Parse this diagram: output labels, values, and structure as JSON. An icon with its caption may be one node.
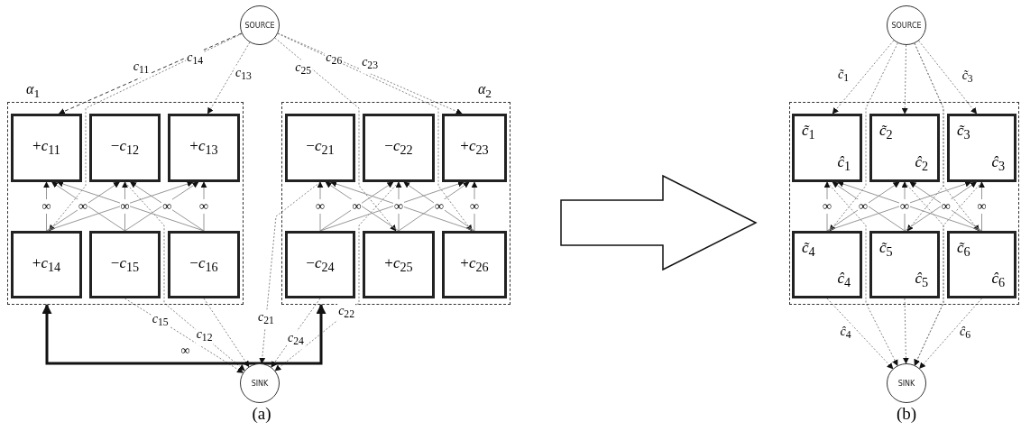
{
  "diagram": {
    "nodes": [
      {
        "text": [
          "SOURCE"
        ]
      },
      {
        "text": [
          "*α*$_{1}$"
        ]
      },
      {
        "text": [
          "+*c*$_{11}$"
        ],
        "in": 1
      },
      {
        "text": [
          "−*c*$_{12}$"
        ],
        "in": 1
      },
      {
        "text": [
          "+*c*$_{13}$"
        ],
        "in": 1
      },
      {
        "text": [
          "+*c*$_{14}$"
        ],
        "in": 1
      },
      {
        "text": [
          "−*c*$_{15}$"
        ],
        "in": 1
      },
      {
        "text": [
          "−*c*$_{16}$"
        ],
        "in": 1
      },
      {
        "text": [
          "*α*$_{2}$"
        ]
      },
      {
        "text": [
          "−*c*$_{21}$"
        ],
        "in": 8
      },
      {
        "text": [
          "−*c*$_{22}$"
        ],
        "in": 8
      },
      {
        "text": [
          "+*c*$_{23}$"
        ],
        "in": 8
      },
      {
        "text": [
          "−*c*$_{24}$"
        ],
        "in": 8
      },
      {
        "text": [
          "+*c*$_{25}$"
        ],
        "in": 8
      },
      {
        "text": [
          "+*c*$_{26}$"
        ],
        "in": 8
      },
      {
        "text": [
          "SINK"
        ]
      },
      {
        "text": [
          "SOURCE"
        ]
      },
      {
        "text": [],
        "shape": "box"
      },
      {
        "text": [
          "*c̃*$_{1}$",
          "*ĉ*$_{1}$"
        ],
        "in": 17
      },
      {
        "text": [
          "*c̃*$_{2}$",
          "*ĉ*$_{2}$"
        ],
        "in": 17
      },
      {
        "text": [
          "*c̃*$_{3}$",
          "*ĉ*$_{3}$"
        ],
        "in": 17
      },
      {
        "text": [
          "*c̃*$_{4}$",
          "*ĉ*$_{4}$"
        ],
        "in": 17
      },
      {
        "text": [
          "*c̃*$_{5}$",
          "*ĉ*$_{5}$"
        ],
        "in": 17
      },
      {
        "text": [
          "*c̃*$_{6}$",
          "*ĉ*$_{6}$"
        ],
        "in": 17
      },
      {
        "text": [
          "SINK"
        ]
      }
    ],
    "edges": [
      {
        "from": 0,
        "to": 2,
        "arrow": "to",
        "label": "*c*$_{11}$",
        "style": "dashed",
        "color": "#222222"
      },
      {
        "from": 0,
        "to": 4,
        "arrow": "to",
        "label": "*c*$_{13}$",
        "style": "dashed"
      },
      {
        "from": 0,
        "to": 5,
        "arrow": "to",
        "label": "*c*$_{14}$",
        "style": "dashed"
      },
      {
        "from": 0,
        "to": 11,
        "arrow": "to",
        "label": "*c*$_{23}$",
        "style": "dashed"
      },
      {
        "from": 0,
        "to": 13,
        "arrow": "to",
        "label": "*c*$_{25}$",
        "style": "dashed"
      },
      {
        "from": 0,
        "to": 14,
        "arrow": "to",
        "label": "*c*$_{26}$",
        "style": "dashed"
      },
      {
        "from": 3,
        "to": 15,
        "arrow": "to",
        "label": "*c*$_{12}$",
        "style": "dashed"
      },
      {
        "from": 6,
        "to": 15,
        "arrow": "to",
        "label": "*c*$_{15}$",
        "style": "dashed"
      },
      {
        "from": 7,
        "to": 15,
        "arrow": "to",
        "style": "dashed"
      },
      {
        "from": 9,
        "to": 15,
        "arrow": "to",
        "label": "*c*$_{21}$",
        "style": "dashed"
      },
      {
        "from": 10,
        "to": 15,
        "arrow": "to",
        "label": "*c*$_{22}$",
        "style": "dashed"
      },
      {
        "from": 12,
        "to": 15,
        "arrow": "to",
        "label": "*c*$_{24}$",
        "style": "dashed"
      },
      {
        "from": 15,
        "to": 1,
        "arrow": "to",
        "label": "∞",
        "style": "thick",
        "color": "#111111"
      },
      {
        "from": 15,
        "to": 8,
        "arrow": "to",
        "style": "thick",
        "color": "#111111"
      },
      {
        "from": 5,
        "to": 2,
        "arrow": "to",
        "label": "∞"
      },
      {
        "from": 5,
        "to": 3,
        "arrow": "to",
        "label": "∞"
      },
      {
        "from": 5,
        "to": 4,
        "arrow": "to"
      },
      {
        "from": 6,
        "to": 2,
        "arrow": "to"
      },
      {
        "from": 6,
        "to": 3,
        "arrow": "to",
        "label": "∞"
      },
      {
        "from": 6,
        "to": 4,
        "arrow": "to"
      },
      {
        "from": 7,
        "to": 2,
        "arrow": "to"
      },
      {
        "from": 7,
        "to": 3,
        "arrow": "to",
        "label": "∞"
      },
      {
        "from": 7,
        "to": 4,
        "arrow": "to",
        "label": "∞"
      },
      {
        "from": 12,
        "to": 9,
        "arrow": "to",
        "label": "∞"
      },
      {
        "from": 12,
        "to": 10,
        "arrow": "to",
        "label": "∞"
      },
      {
        "from": 12,
        "to": 11,
        "arrow": "to"
      },
      {
        "from": 13,
        "to": 9,
        "arrow": "to"
      },
      {
        "from": 13,
        "to": 10,
        "arrow": "to",
        "label": "∞"
      },
      {
        "from": 13,
        "to": 11,
        "arrow": "to"
      },
      {
        "from": 14,
        "to": 9,
        "arrow": "to"
      },
      {
        "from": 14,
        "to": 10,
        "arrow": "to",
        "label": "∞"
      },
      {
        "from": 14,
        "to": 11,
        "arrow": "to",
        "label": "∞"
      },
      {
        "from": 8,
        "to": 17,
        "arrow": "to",
        "style": "thick",
        "color": "#111111"
      },
      {
        "from": 16,
        "to": 18,
        "arrow": "to",
        "label": "*c̃*$_{1}$",
        "style": "dashed"
      },
      {
        "from": 16,
        "to": 19,
        "arrow": "to",
        "style": "dashed"
      },
      {
        "from": 16,
        "to": 20,
        "arrow": "to",
        "label": "*c̃*$_{3}$",
        "style": "dashed"
      },
      {
        "from": 16,
        "to": 21,
        "arrow": "to",
        "style": "dashed"
      },
      {
        "from": 16,
        "to": 22,
        "arrow": "to",
        "style": "dashed"
      },
      {
        "from": 16,
        "to": 23,
        "arrow": "to",
        "style": "dashed"
      },
      {
        "from": 18,
        "to": 24,
        "arrow": "to",
        "style": "dashed"
      },
      {
        "from": 19,
        "to": 24,
        "arrow": "to",
        "style": "dashed"
      },
      {
        "from": 20,
        "to": 24,
        "arrow": "to",
        "style": "dashed"
      },
      {
        "from": 21,
        "to": 24,
        "arrow": "to",
        "label": "*ĉ*$_{4}$",
        "style": "dashed"
      },
      {
        "from": 22,
        "to": 24,
        "arrow": "to",
        "style": "dashed"
      },
      {
        "from": 23,
        "to": 24,
        "arrow": "to",
        "label": "*ĉ*$_{6}$",
        "style": "dashed"
      },
      {
        "from": 21,
        "to": 18,
        "arrow": "to",
        "label": "∞"
      },
      {
        "from": 21,
        "to": 19,
        "arrow": "to",
        "label": "∞"
      },
      {
        "from": 21,
        "to": 20,
        "arrow": "to"
      },
      {
        "from": 22,
        "to": 18,
        "arrow": "to"
      },
      {
        "from": 22,
        "to": 19,
        "arrow": "to",
        "label": "∞"
      },
      {
        "from": 22,
        "to": 20,
        "arrow": "to"
      },
      {
        "from": 23,
        "to": 18,
        "arrow": "to"
      },
      {
        "from": 23,
        "to": 19,
        "arrow": "to",
        "label": "∞"
      },
      {
        "from": 23,
        "to": 20,
        "arrow": "to",
        "label": "∞"
      }
    ],
    "labels": [
      "(a)",
      "(b)"
    ]
  }
}
